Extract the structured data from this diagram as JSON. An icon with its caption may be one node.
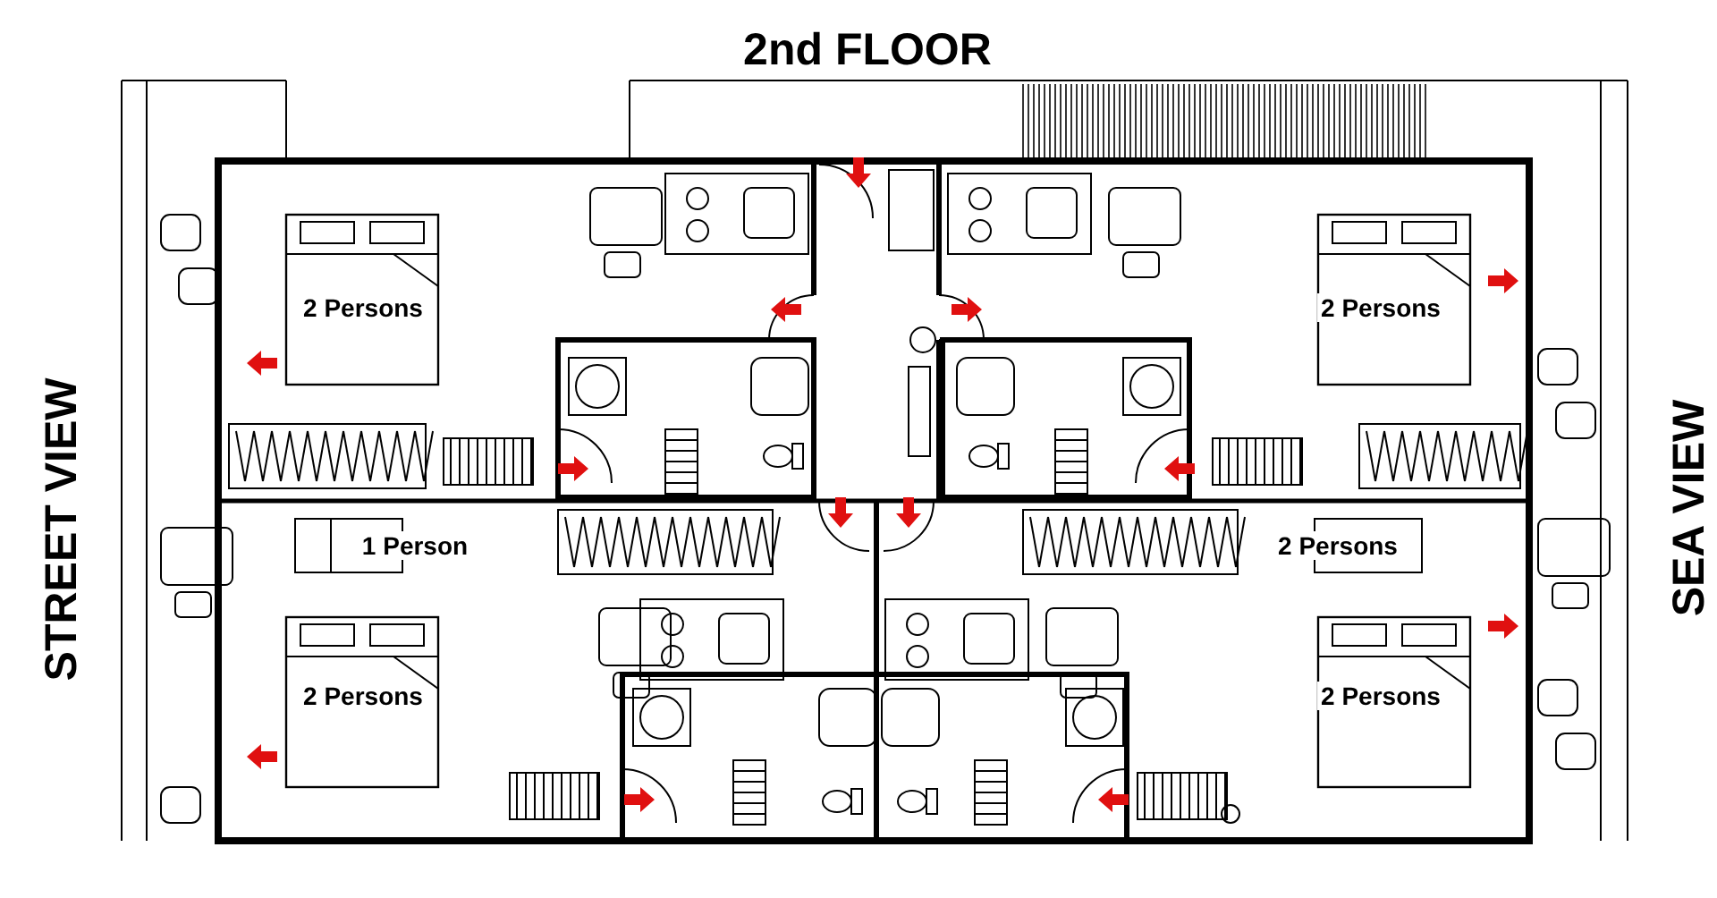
{
  "diagram": {
    "title": "2nd FLOOR",
    "labels": [
      "STREET VIEW",
      "2 Persons",
      "2 Persons",
      "1 Person",
      "2 Persons",
      "2 Persons",
      "2 Persons",
      "SEA VIEW"
    ]
  }
}
